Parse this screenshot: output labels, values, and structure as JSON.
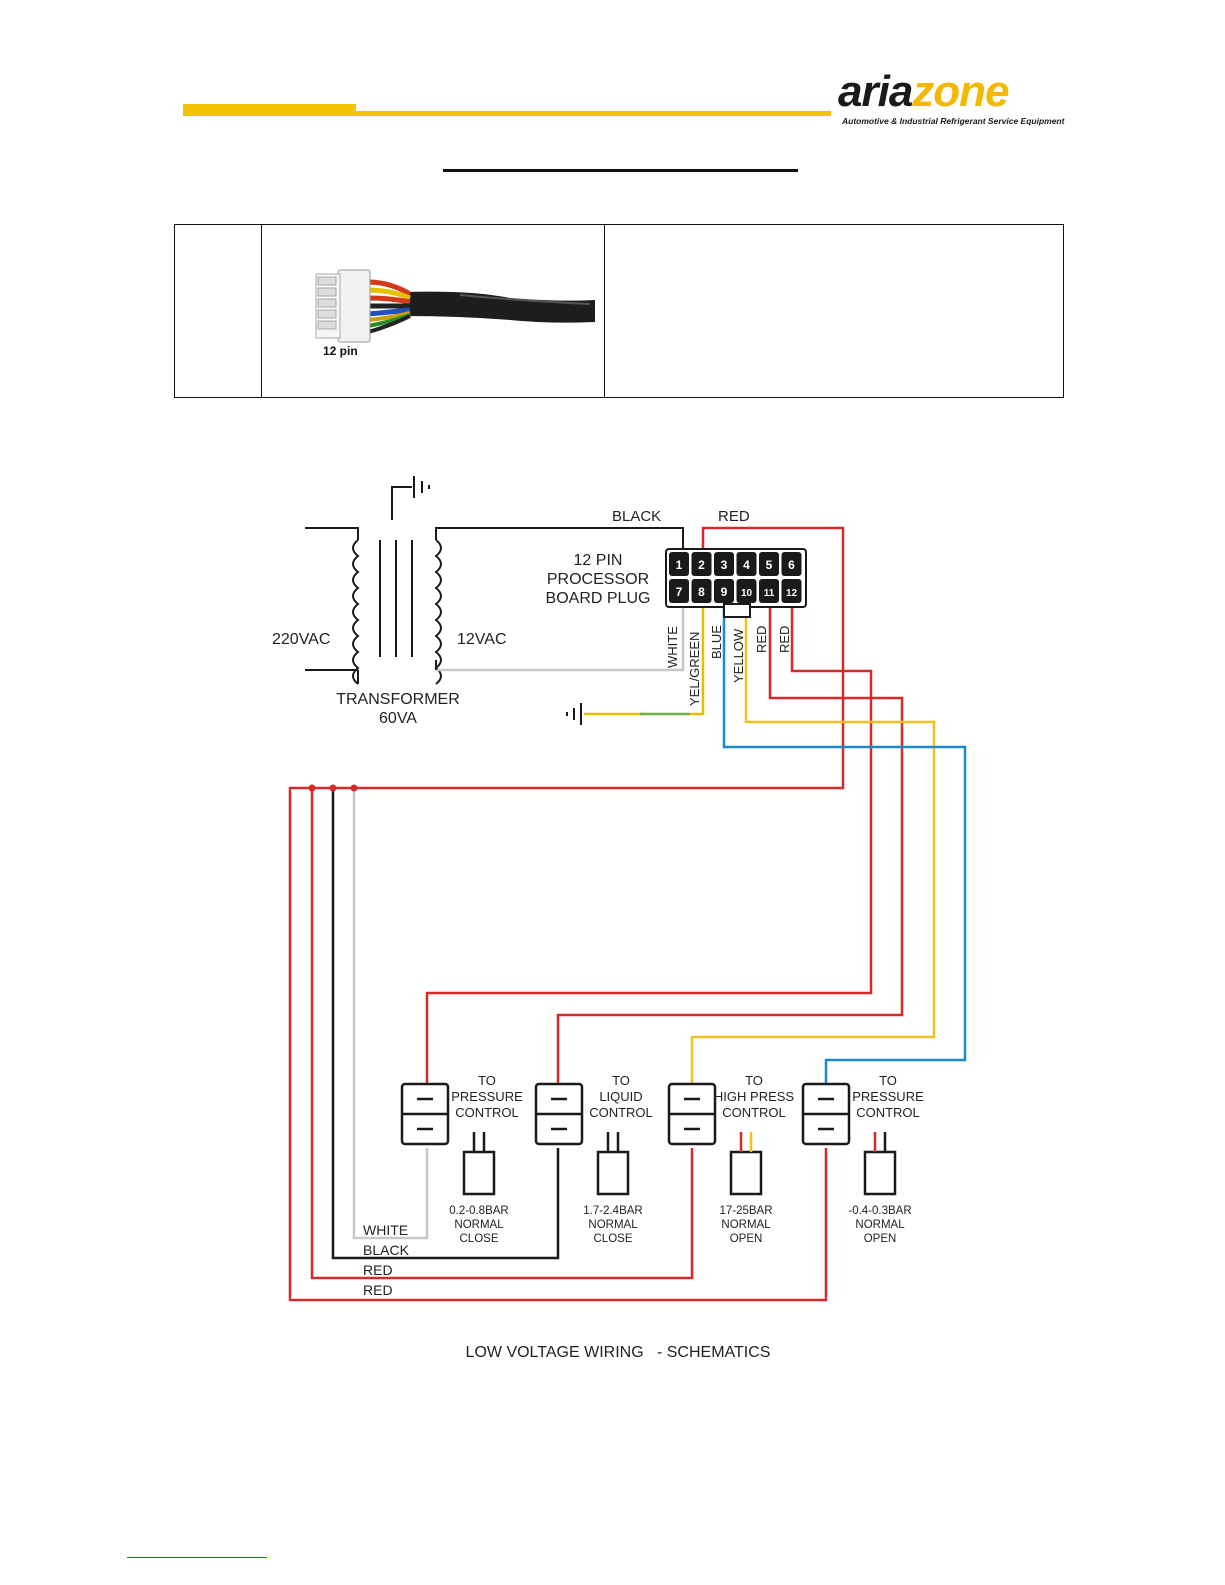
{
  "header": {
    "logo_part1": "aria",
    "logo_part2": "zone",
    "tagline": "Automotive & Industrial Refrigerant Service Equipment"
  },
  "table": {
    "photo_label": "12 pin"
  },
  "diagram": {
    "caption": "LOW VOLTAGE WIRING   - SCHEMATICS",
    "transformer": {
      "name": "TRANSFORMER",
      "rating": "60VA",
      "primary": "220VAC",
      "secondary": "12VAC"
    },
    "plug": {
      "line1": "12 PIN",
      "line2": "PROCESSOR",
      "line3": "BOARD PLUG",
      "pins_top": [
        "1",
        "2",
        "3",
        "4",
        "5",
        "6"
      ],
      "pins_bottom": [
        "7",
        "8",
        "9",
        "10",
        "11",
        "12"
      ]
    },
    "wire_labels": {
      "black_top": "BLACK",
      "red_top": "RED",
      "white": "WHITE",
      "yel_green": "YEL/GREEN",
      "blue": "BLUE",
      "yellow": "YELLOW",
      "red_11": "RED",
      "red_12": "RED"
    },
    "bottom_wire_labels": [
      "WHITE",
      "BLACK",
      "RED",
      "RED"
    ],
    "switches": [
      {
        "to": "TO",
        "l1": "PRESSURE",
        "l2": "CONTROL",
        "range": "0.2-0.8BAR",
        "state1": "NORMAL",
        "state2": "CLOSE"
      },
      {
        "to": "TO",
        "l1": "LIQUID",
        "l2": "CONTROL",
        "range": "1.7-2.4BAR",
        "state1": "NORMAL",
        "state2": "CLOSE"
      },
      {
        "to": "TO",
        "l1": "HIGH PRESS",
        "l2": "CONTROL",
        "range": "17-25BAR",
        "state1": "NORMAL",
        "state2": "OPEN"
      },
      {
        "to": "TO",
        "l1": "PRESSURE",
        "l2": "CONTROL",
        "range": "-0.4-0.3BAR",
        "state1": "NORMAL",
        "state2": "OPEN"
      }
    ]
  },
  "colors": {
    "accent_yellow": "#f5c400",
    "wire_red": "#d42a2a",
    "wire_blue": "#1f88cc",
    "wire_yellow": "#f0c020",
    "wire_green": "#6ab04c",
    "wire_white": "#c8c8c8",
    "wire_black": "#1a1a1a"
  }
}
